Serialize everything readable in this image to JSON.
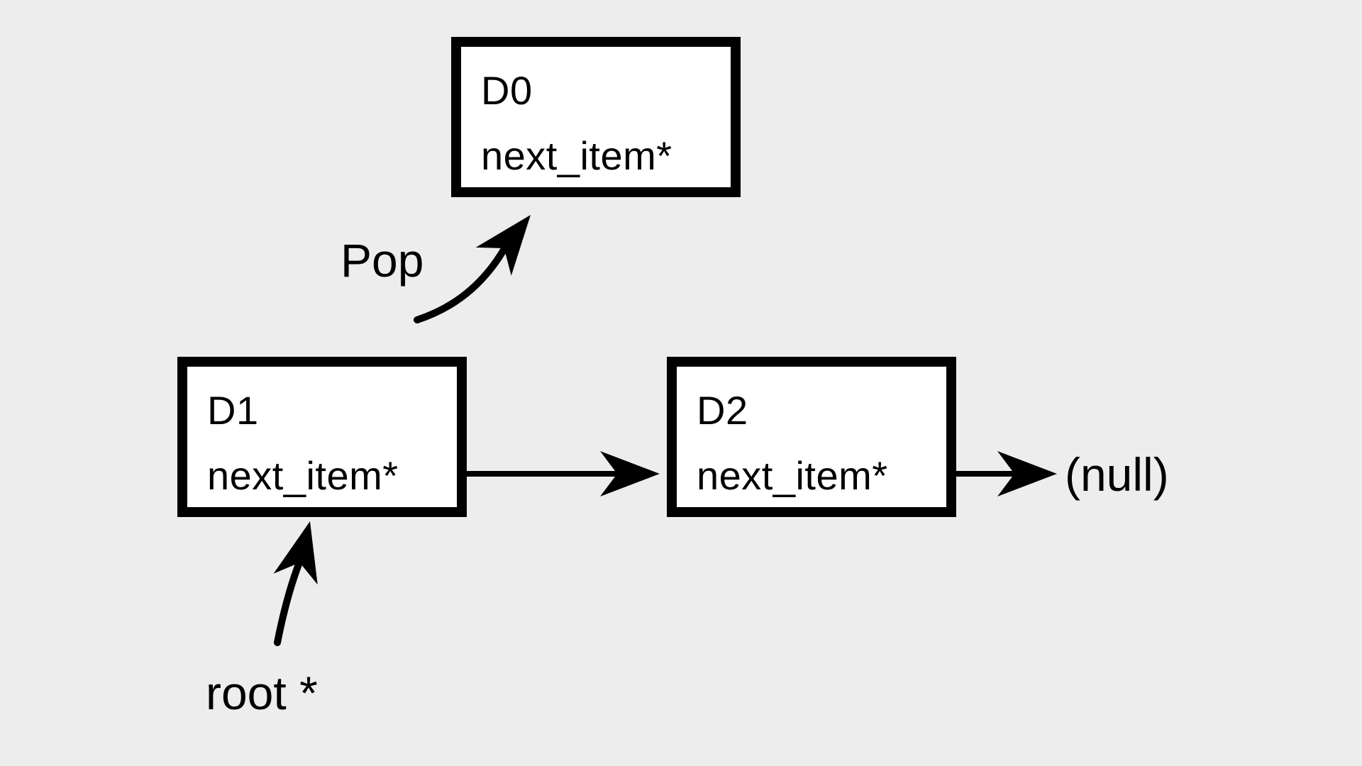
{
  "nodes": [
    {
      "id": "d0",
      "label": "D0",
      "field": "next_item*"
    },
    {
      "id": "d1",
      "label": "D1",
      "field": "next_item*"
    },
    {
      "id": "d2",
      "label": "D2",
      "field": "next_item*"
    }
  ],
  "labels": {
    "pop": "Pop",
    "root": "root *",
    "null_value": "(null)"
  },
  "colors": {
    "background": "#ededed",
    "node_fill": "#ffffff",
    "stroke": "#000000",
    "text": "#000000"
  }
}
